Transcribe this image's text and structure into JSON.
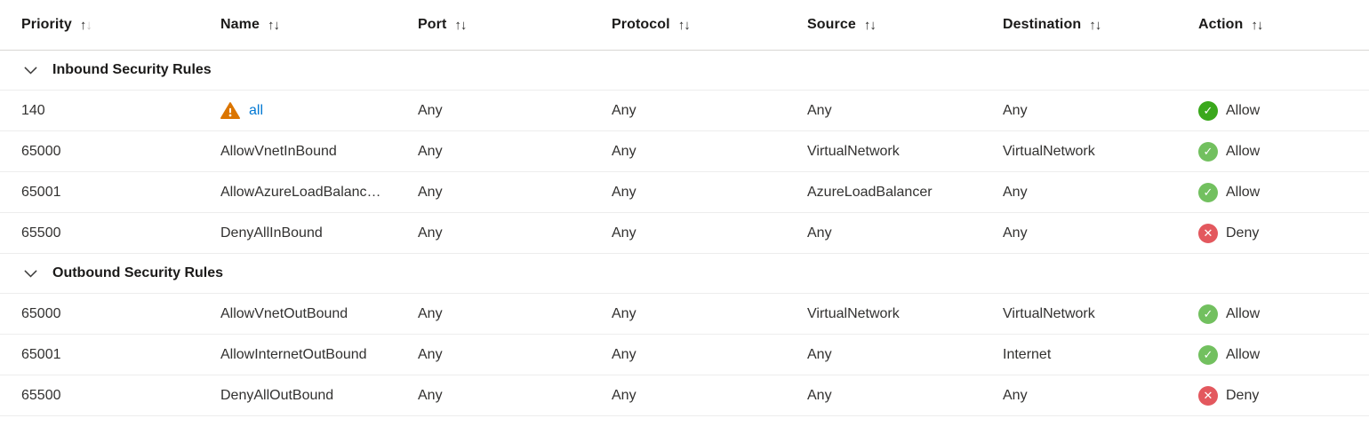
{
  "colors": {
    "link": "#0078d4",
    "warning": "#db7500",
    "allow_custom": "#3aa81c",
    "allow_default": "#72c05f",
    "deny": "#e3585e"
  },
  "icons": {
    "sort_asc": "↑",
    "sort_desc": "↓",
    "check": "✓",
    "cross": "✕",
    "warning_mark": "!",
    "chevron": "chevron-down"
  },
  "table": {
    "columns": [
      {
        "label": "Priority",
        "sort_desc_muted": true
      },
      {
        "label": "Name"
      },
      {
        "label": "Port"
      },
      {
        "label": "Protocol"
      },
      {
        "label": "Source"
      },
      {
        "label": "Destination"
      },
      {
        "label": "Action"
      }
    ],
    "sections": [
      {
        "title": "Inbound Security Rules",
        "rows": [
          {
            "priority": "140",
            "name": "all",
            "name_is_link": true,
            "warning": true,
            "port": "Any",
            "protocol": "Any",
            "source": "Any",
            "destination": "Any",
            "action": "Allow",
            "action_type": "allow-custom"
          },
          {
            "priority": "65000",
            "name": "AllowVnetInBound",
            "port": "Any",
            "protocol": "Any",
            "source": "VirtualNetwork",
            "destination": "VirtualNetwork",
            "action": "Allow",
            "action_type": "allow-default"
          },
          {
            "priority": "65001",
            "name": "AllowAzureLoadBalanc…",
            "port": "Any",
            "protocol": "Any",
            "source": "AzureLoadBalancer",
            "destination": "Any",
            "action": "Allow",
            "action_type": "allow-default"
          },
          {
            "priority": "65500",
            "name": "DenyAllInBound",
            "port": "Any",
            "protocol": "Any",
            "source": "Any",
            "destination": "Any",
            "action": "Deny",
            "action_type": "deny"
          }
        ]
      },
      {
        "title": "Outbound Security Rules",
        "rows": [
          {
            "priority": "65000",
            "name": "AllowVnetOutBound",
            "port": "Any",
            "protocol": "Any",
            "source": "VirtualNetwork",
            "destination": "VirtualNetwork",
            "action": "Allow",
            "action_type": "allow-default"
          },
          {
            "priority": "65001",
            "name": "AllowInternetOutBound",
            "port": "Any",
            "protocol": "Any",
            "source": "Any",
            "destination": "Internet",
            "action": "Allow",
            "action_type": "allow-default"
          },
          {
            "priority": "65500",
            "name": "DenyAllOutBound",
            "port": "Any",
            "protocol": "Any",
            "source": "Any",
            "destination": "Any",
            "action": "Deny",
            "action_type": "deny"
          }
        ]
      }
    ]
  }
}
